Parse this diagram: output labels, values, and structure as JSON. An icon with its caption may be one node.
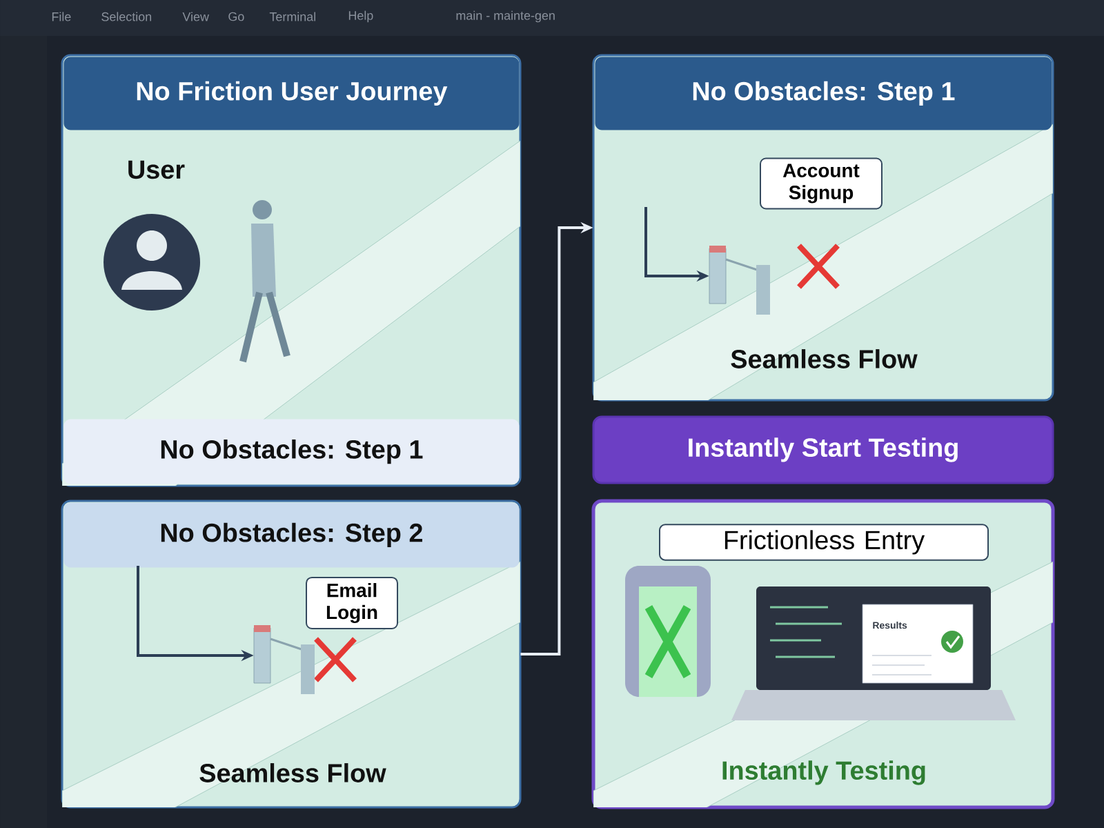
{
  "diagram": {
    "nodes": [
      {
        "text": [
          "No Friction User Journey",
          "User",
          "No Obstacles: Step 1"
        ]
      },
      {
        "text": [
          "No Obstacles: Step 1",
          "Seamless Flow"
        ]
      },
      {
        "text": [
          "Account Signup"
        ],
        "in": 1
      },
      {
        "text": [],
        "shape": "picture",
        "in": 1
      },
      {
        "text": [
          "No Obstacles: Step 2",
          "Seamless Flow"
        ]
      },
      {
        "text": [
          "Email Login"
        ],
        "in": 4
      },
      {
        "text": [],
        "shape": "picture",
        "in": 4
      },
      {
        "text": [
          "Instantly Start Testing"
        ]
      },
      {
        "text": [
          "Frictionless Entry",
          "Instantly Testing"
        ]
      }
    ],
    "edges": [
      {
        "from": 4,
        "to": 1,
        "arrow": "to",
        "color": "#e8eef6"
      },
      {
        "from": null,
        "to": 3,
        "arrow": "to"
      },
      {
        "from": null,
        "to": 6,
        "arrow": "to"
      }
    ],
    "labels": [
      "File",
      "Selection",
      "View",
      "Go",
      "Terminal",
      "Help",
      "main - mainte-gen",
      "Results"
    ]
  }
}
